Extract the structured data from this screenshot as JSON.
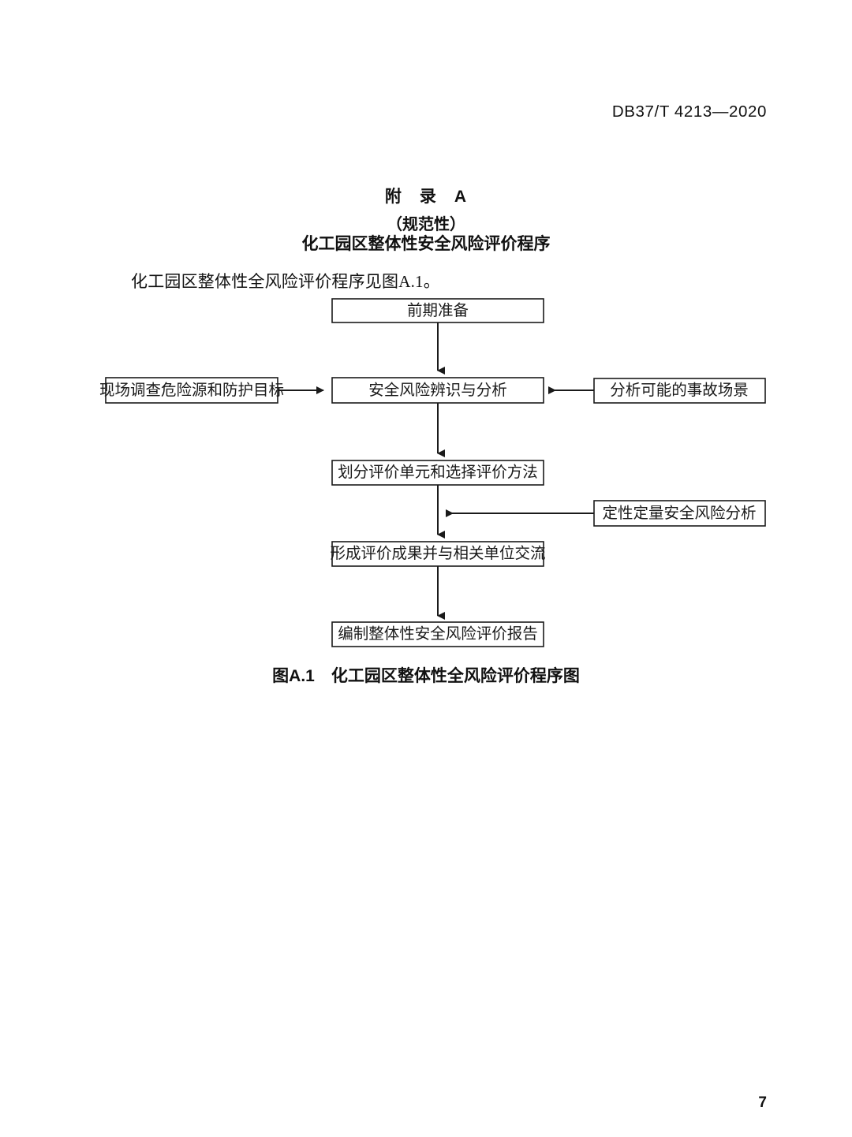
{
  "document": {
    "header": "DB37/T 4213—2020",
    "page_number": "7"
  },
  "annex": {
    "title": "附　录　A",
    "subtitle": "（规范性）",
    "name": "化工园区整体性安全风险评价程序",
    "paragraph": "化工园区整体性全风险评价程序见图A.1。",
    "figure_caption": "图A.1　化工园区整体性全风险评价程序图"
  },
  "flowchart": {
    "nodes": {
      "prep": "前期准备",
      "identify": "安全风险辨识与分析",
      "site_survey": "现场调查危险源和防护目标",
      "scenarios": "分析可能的事故场景",
      "units": "划分评价单元和选择评价方法",
      "quant": "定性定量安全风险分析",
      "results": "形成评价成果并与相关单位交流",
      "report": "编制整体性安全风险评价报告"
    },
    "colors": {
      "stroke": "#1a1a1a",
      "fill": "#ffffff",
      "text": "#1a1a1a"
    }
  }
}
